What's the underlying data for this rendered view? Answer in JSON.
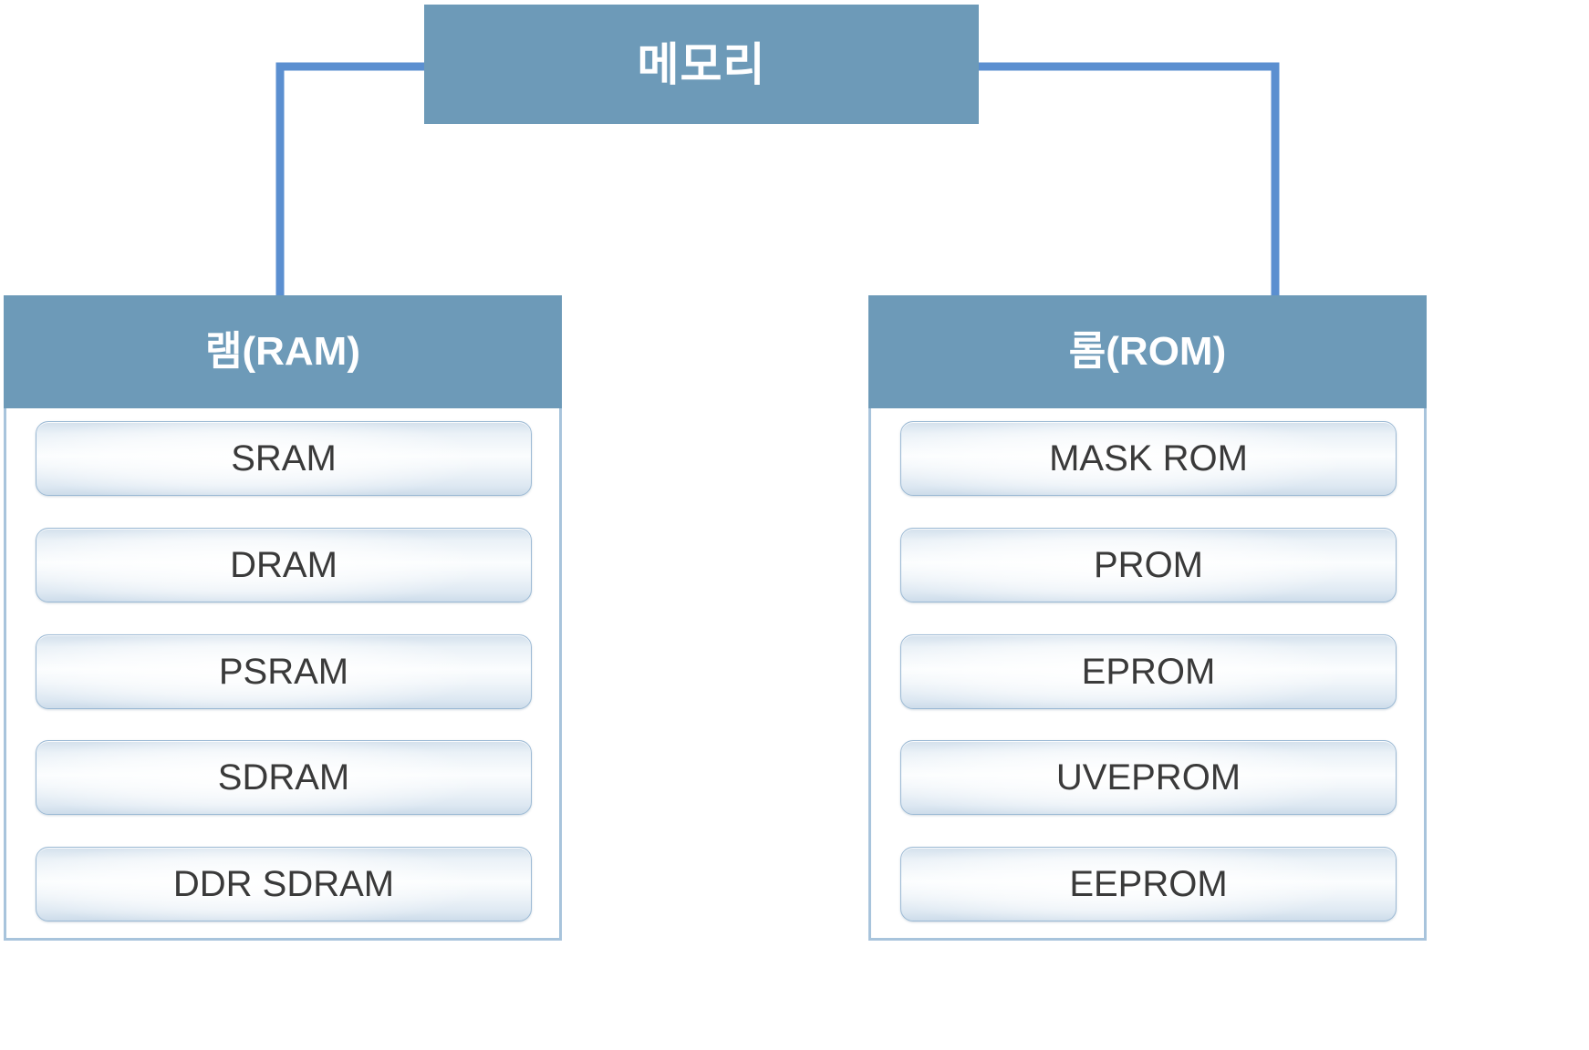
{
  "diagram": {
    "type": "tree",
    "orientation": "top-down",
    "colors": {
      "node_fill": "#6d9ab8",
      "node_text": "#ffffff",
      "connector": "#5b8fd0",
      "panel_border": "#a8c4dc",
      "leaf_text": "#3a3a3a"
    },
    "root": {
      "label": "메모리"
    },
    "branches": [
      {
        "id": "ram",
        "label": "램(RAM)",
        "items": [
          {
            "label": "SRAM"
          },
          {
            "label": "DRAM"
          },
          {
            "label": "PSRAM"
          },
          {
            "label": "SDRAM"
          },
          {
            "label": "DDR SDRAM"
          }
        ]
      },
      {
        "id": "rom",
        "label": "롬(ROM)",
        "items": [
          {
            "label": "MASK ROM"
          },
          {
            "label": "PROM"
          },
          {
            "label": "EPROM"
          },
          {
            "label": "UVEPROM"
          },
          {
            "label": "EEPROM"
          }
        ]
      }
    ]
  }
}
